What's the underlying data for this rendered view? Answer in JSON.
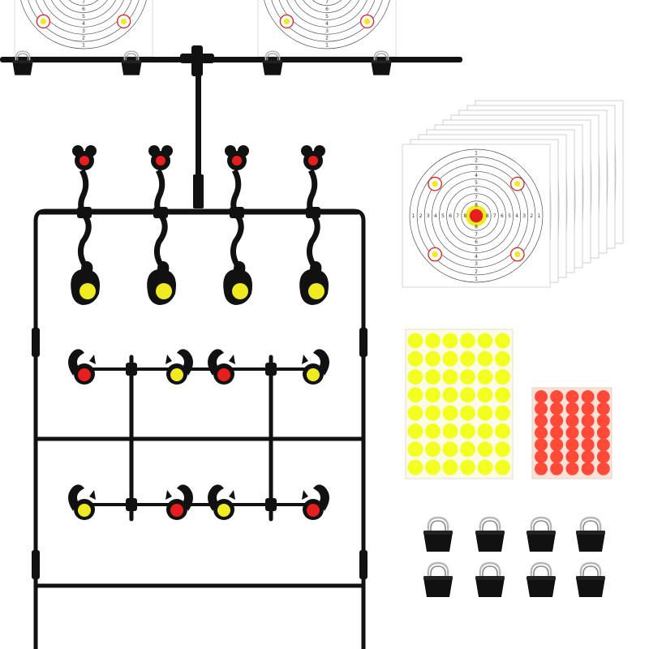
{
  "colors": {
    "frame": "#111111",
    "paper": "#ffffff",
    "paper_edge": "#d8d8d8",
    "ring": "#555555",
    "target_red": "#e61e1e",
    "target_yellow": "#f0ea20",
    "sticker_yellow": "#f2ff20",
    "sticker_red": "#ff4a3a",
    "sticker_sheet_bg": "#fbfbe8",
    "sticker_red_sheet_bg": "#fde2d8",
    "clip_metal": "#b8b8b8"
  },
  "target_ring_numbers": [
    "1",
    "2",
    "3",
    "4",
    "5",
    "6",
    "7",
    "8"
  ],
  "icons": {
    "flip_target": "bear-head-flip-target",
    "spinner_target": "squirrel-spinner-target",
    "clip": "binder-clip-icon",
    "sticker": "sticker-dot"
  },
  "sticker_sheets": {
    "yellow": {
      "rows": 8,
      "cols": 6
    },
    "red": {
      "rows": 7,
      "cols": 5
    }
  },
  "binder_clips": {
    "count": 8,
    "rows": 2,
    "cols": 4
  },
  "loose_target_sheets": {
    "count": 10
  }
}
